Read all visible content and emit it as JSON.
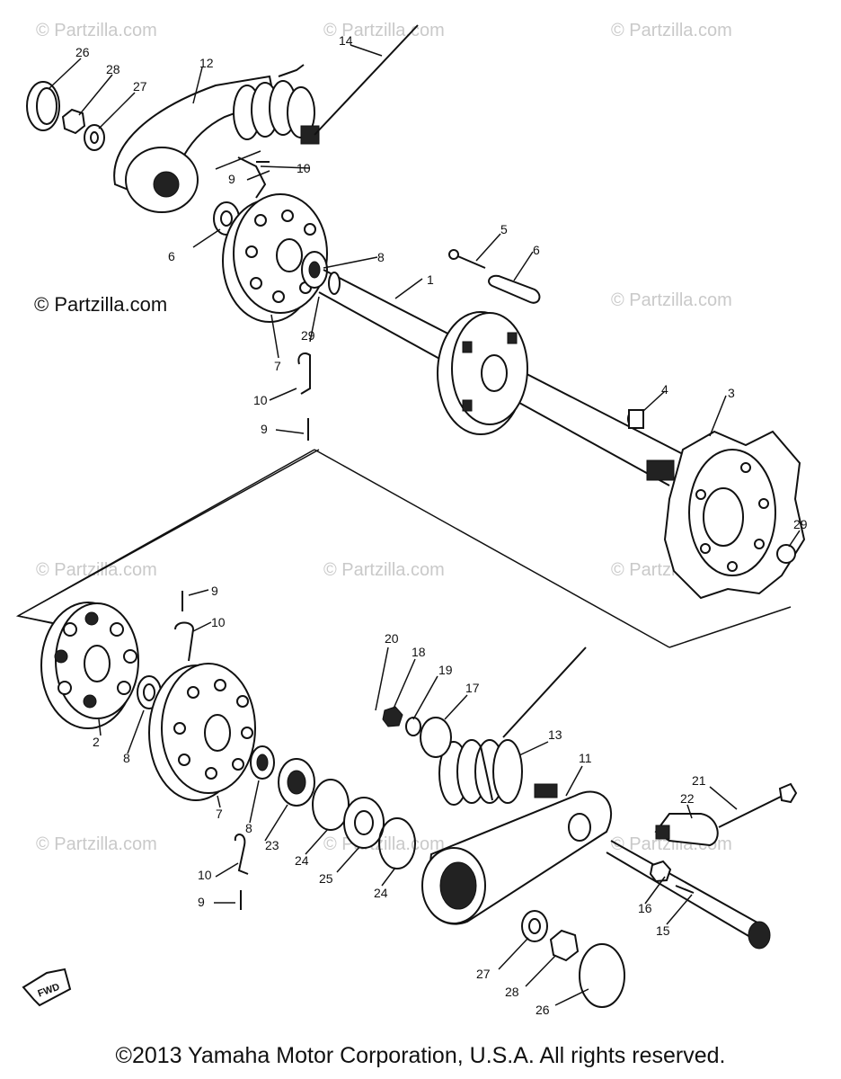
{
  "watermarks": {
    "faint": "© Partzilla.com",
    "strong": "© Partzilla.com"
  },
  "part_labels": {
    "p1": "1",
    "p2": "2",
    "p3": "3",
    "p4": "4",
    "p5": "5",
    "p6": "6",
    "p7": "7",
    "p8": "8",
    "p9": "9",
    "p10": "10",
    "p11": "11",
    "p12": "12",
    "p13": "13",
    "p14": "14",
    "p15": "15",
    "p16": "16",
    "p17": "17",
    "p18": "18",
    "p19": "19",
    "p20": "20",
    "p21": "21",
    "p22": "22",
    "p23": "23",
    "p24": "24",
    "p25": "25",
    "p26": "26",
    "p27": "27",
    "p28": "28",
    "p29": "29"
  },
  "front_marker": "FWD",
  "copyright": "©2013 Yamaha Motor Corporation, U.S.A. All rights reserved."
}
